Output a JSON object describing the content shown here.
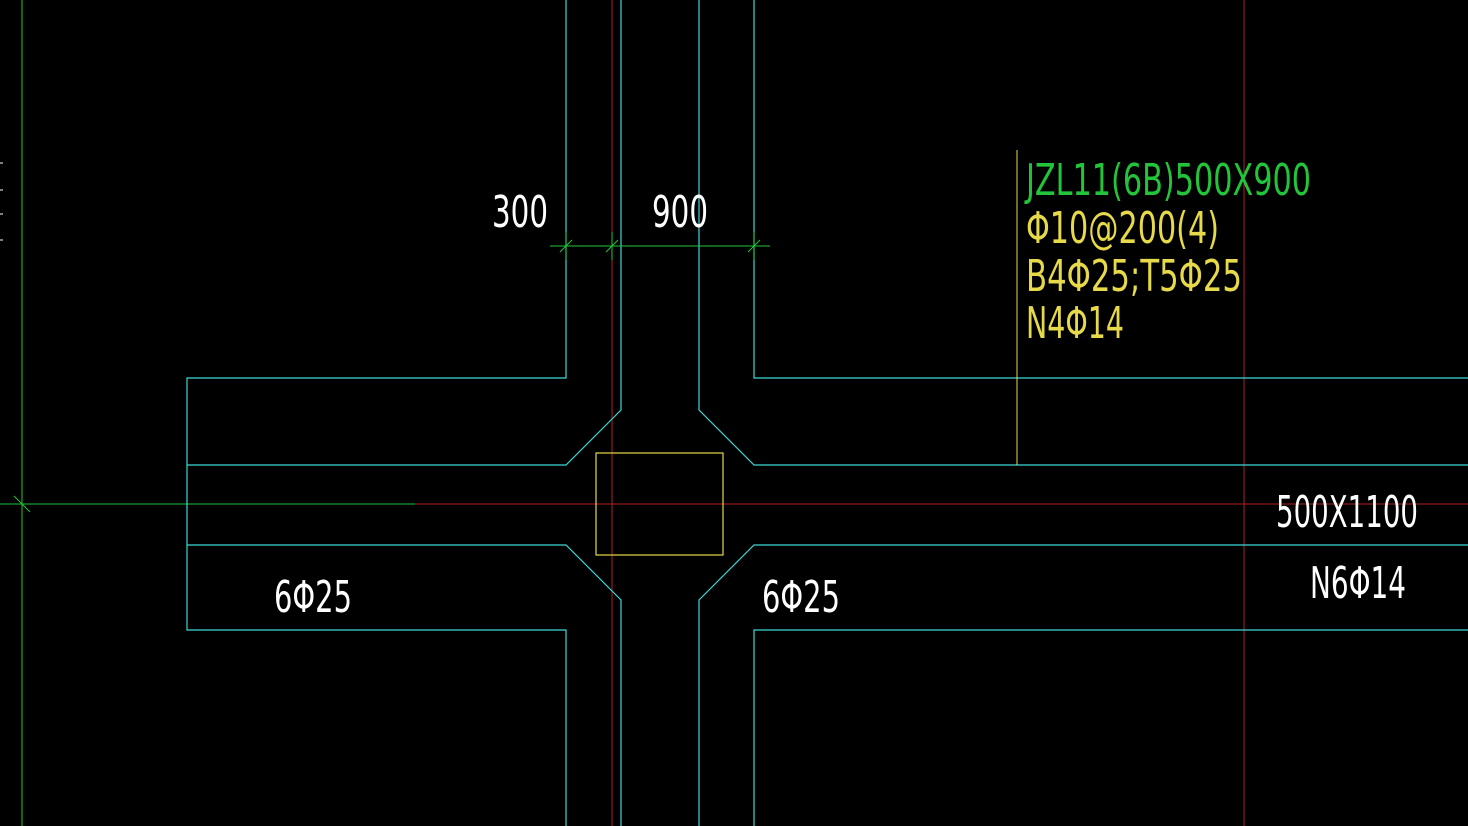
{
  "colors": {
    "background": "#000000",
    "beam_outline": "#3fd6d6",
    "axis_line": "#b02020",
    "dimension_line": "#22c43a",
    "column_outline": "#e6d94a",
    "annotation_green": "#22c43a",
    "annotation_yellow": "#e6d94a",
    "annotation_white": "#ffffff"
  },
  "dimensions": {
    "left_offset": "300",
    "beam_width": "900"
  },
  "beam_annotation": {
    "title": "JZL11(6B)500X900",
    "stirrups": "Φ10@200(4)",
    "longitudinal": "B4Φ25;T5Φ25",
    "side_bars": "N4Φ14"
  },
  "horizontal_beam": {
    "section": "500X1100",
    "side_bars": "N6Φ14"
  },
  "haunch_labels": {
    "left": "6Φ25",
    "right": "6Φ25"
  }
}
